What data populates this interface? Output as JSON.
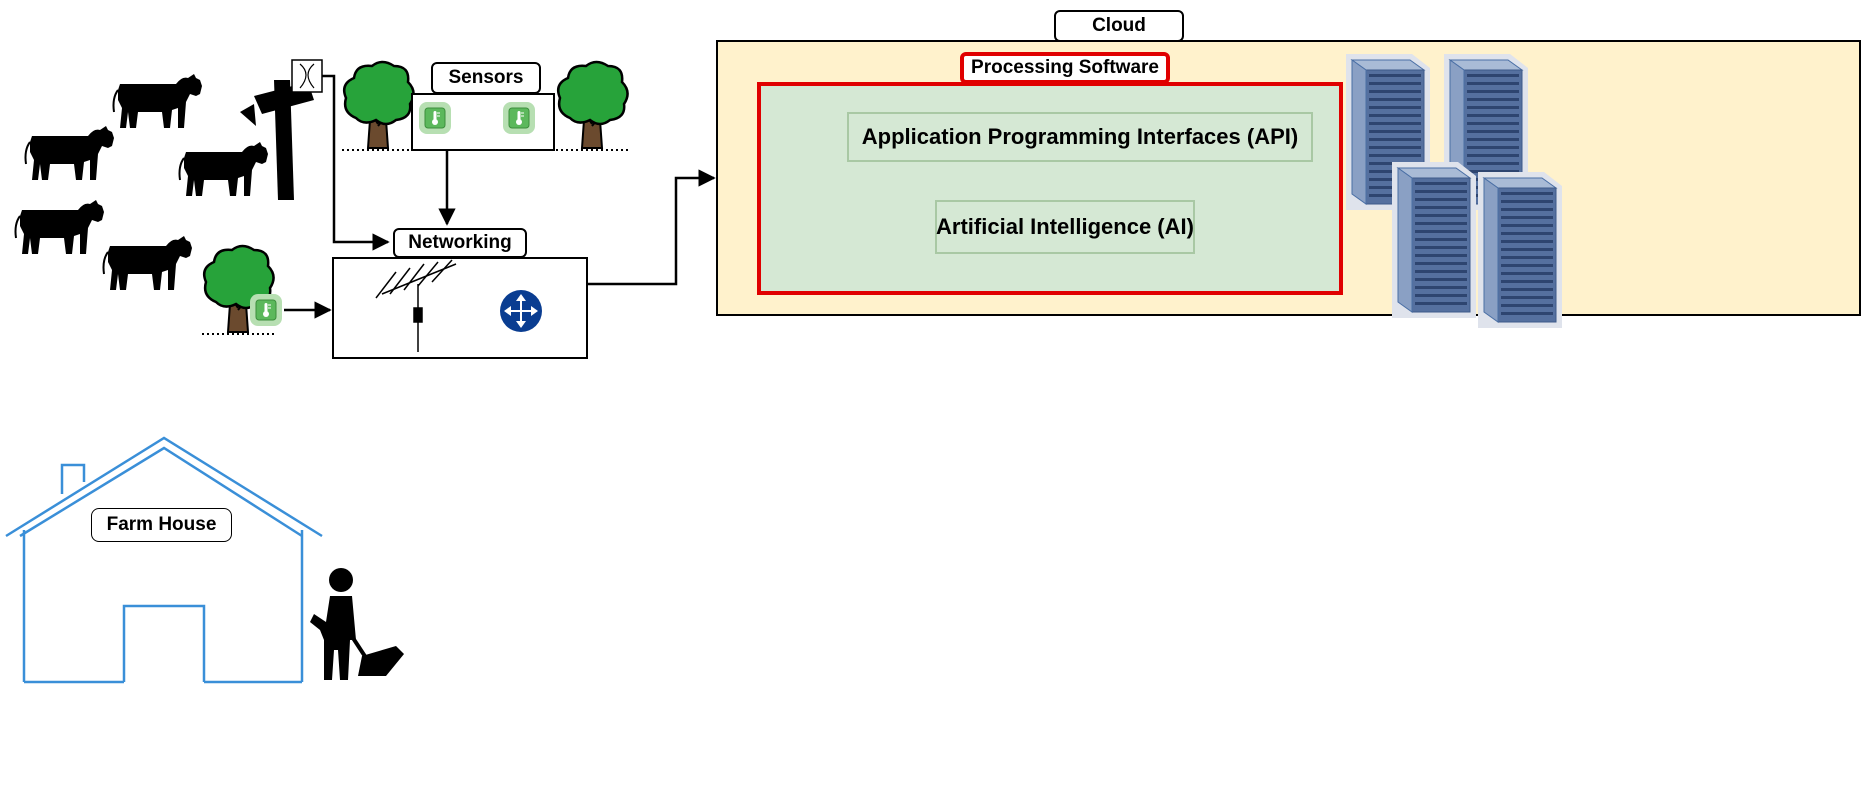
{
  "labels": {
    "cloud": "Cloud",
    "processing_software": "Processing Software",
    "api": "Application Programming Interfaces (API)",
    "ai": "Artificial Intelligence (AI)",
    "sensors": "Sensors",
    "networking": "Networking",
    "farm_house": "Farm House"
  },
  "colors": {
    "cloud_fill": "#fff2cc",
    "processing_border": "#e00000",
    "processing_fill": "#d5e8d4",
    "house_line": "#3a8fd8",
    "server": "#4a6fa5",
    "router": "#0a3d91",
    "sensor_fill": "#7cc27a"
  },
  "icons": [
    "cow-icon",
    "camera-icon",
    "tree-icon",
    "temperature-sensor-icon",
    "antenna-icon",
    "router-icon",
    "server-rack-icon",
    "house-icon",
    "farmer-icon"
  ]
}
